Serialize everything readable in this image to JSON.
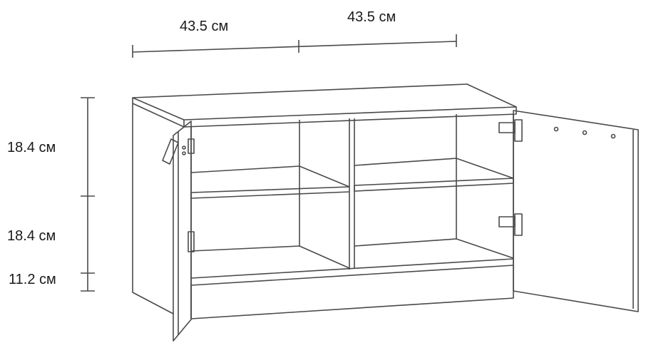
{
  "dimensions": {
    "width_left": "43.5 см",
    "width_right": "43.5 см",
    "height_top": "18.4 см",
    "height_middle": "18.4 см",
    "height_bottom": "11.2 см"
  },
  "colors": {
    "line": "#4a4a4a",
    "text": "#1a1a1a"
  }
}
